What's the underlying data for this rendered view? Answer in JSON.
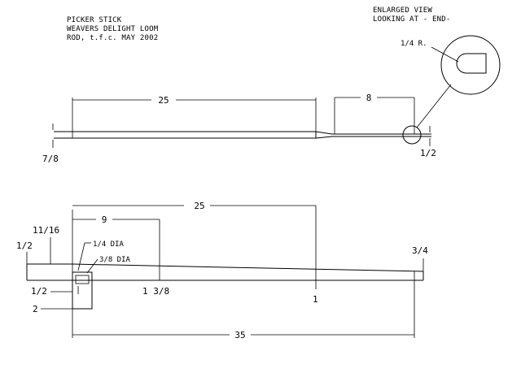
{
  "title": {
    "line1": "PICKER STICK",
    "line2": "WEAVERS DELIGHT LOOM",
    "line3": "ROD, t.f.c. MAY 2002"
  },
  "enlarged": {
    "line1": "ENLARGED VIEW",
    "line2": "LOOKING AT - END-",
    "radius_label": "1/4 R."
  },
  "top_view": {
    "dim_length": "25",
    "dim_taper": "8",
    "dim_left_thickness": "7/8",
    "dim_right_thickness": "1/2"
  },
  "side_view": {
    "dim_25": "25",
    "dim_9": "9",
    "dim_11_16": "11/16",
    "dim_half_top": "1/2",
    "dim_quarter_dia": "1/4 DIA",
    "dim_three_eighth_dia": "3/8 DIA",
    "dim_three_quarter": "3/4",
    "dim_half_bottom": "1/2",
    "dim_1_3_8": "1 3/8",
    "dim_1": "1",
    "dim_2": "2",
    "dim_35": "35"
  }
}
